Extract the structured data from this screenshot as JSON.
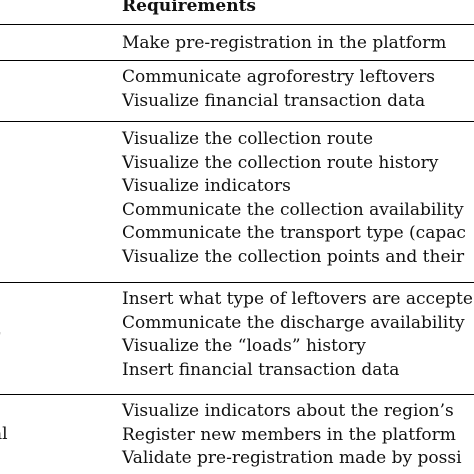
{
  "header": {
    "requirements_label": "Requirements"
  },
  "groups": [
    {
      "actor": "",
      "requirements": [
        "Make pre-registration in the platform"
      ]
    },
    {
      "actor": "",
      "requirements": [
        "Communicate agroforestry leftovers",
        "Visualize financial transaction data"
      ]
    },
    {
      "actor": "",
      "requirements": [
        "Visualize the collection route",
        "Visualize the collection route history",
        "Visualize indicators",
        "Communicate the collection availability",
        "Communicate the transport type (capac",
        "Visualize the collection points and their"
      ]
    },
    {
      "actor": "r",
      "requirements": [
        "Insert what type of leftovers are accepte",
        "Communicate the discharge availability",
        "Visualize the “loads” history",
        "Insert financial transaction data"
      ]
    },
    {
      "actor": "al",
      "requirements": [
        "Visualize indicators about the region’s",
        "Register new members in the platform",
        "Validate pre-registration made by possi"
      ]
    }
  ]
}
